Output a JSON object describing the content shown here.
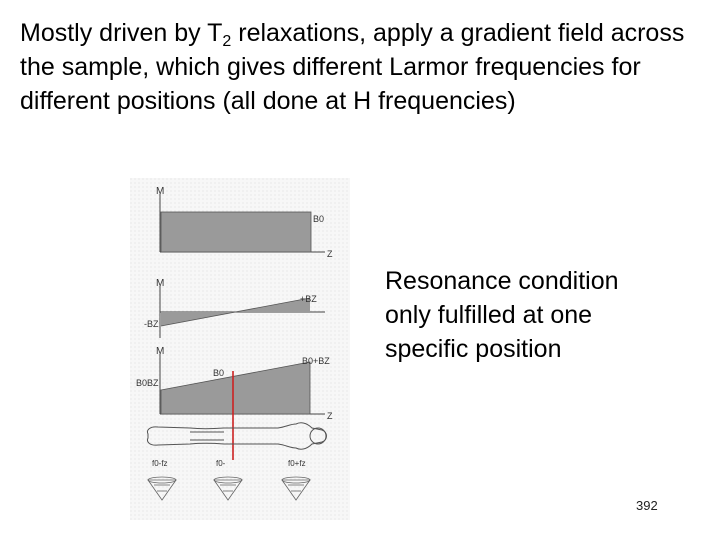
{
  "slide": {
    "heading": {
      "before_sub": "Mostly driven by T",
      "sub": "2",
      "after_sub": " relaxations, apply a gradient field across the sample, which gives different Larmor frequencies for different positions (all done at H frequencies)"
    },
    "side_text": [
      "Resonance condition",
      "only fulfilled at one",
      "specific position"
    ],
    "page_number": "392"
  },
  "figure": {
    "panel1": {
      "axis_y": "M",
      "field": "B0",
      "axis_x": "Z"
    },
    "panel2": {
      "axis_y": "M",
      "pos_label": "+BZ",
      "neg_label": "-BZ"
    },
    "panel3": {
      "axis_y": "M",
      "right_label": "B0+BZ",
      "left_label": "B0BZ",
      "mid_label": "B0",
      "axis_x": "Z"
    },
    "frequencies": [
      "f0-fz",
      "f0-",
      "f0+fz"
    ],
    "colors": {
      "marker_line": "#cc2222",
      "fill": "#9a9a9a"
    }
  }
}
